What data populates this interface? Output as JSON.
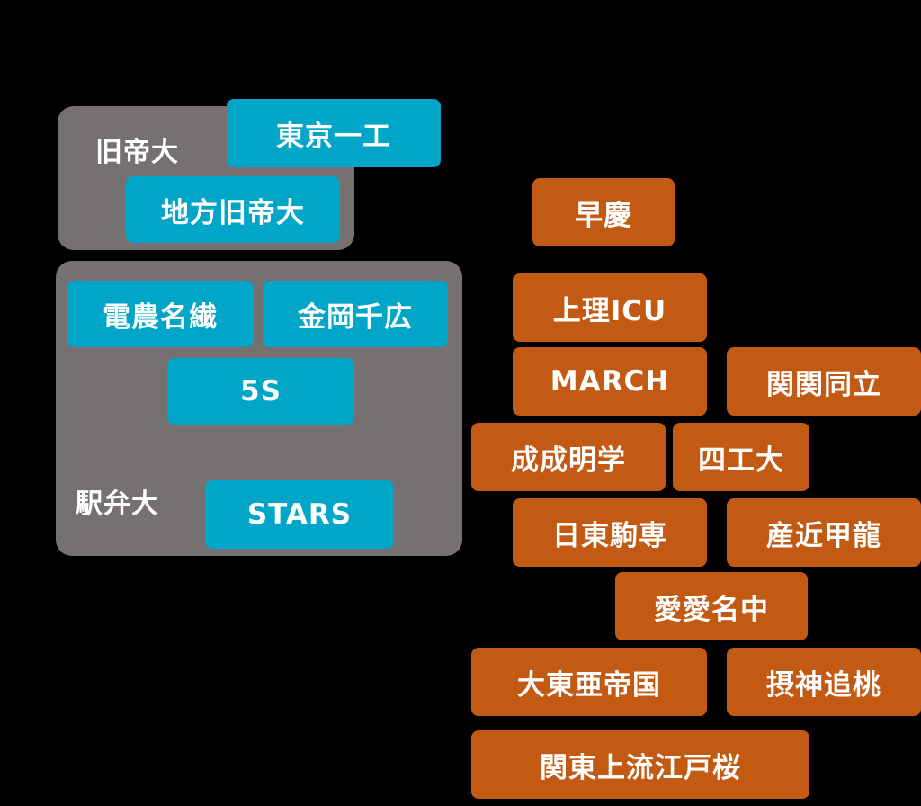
{
  "colors": {
    "background": "#000000",
    "panel": "#757170",
    "national_box": "#00a5c8",
    "private_box": "#c35a14",
    "text": "#ffffff"
  },
  "national": {
    "kyuteidai_label": "旧帝大",
    "tokyo_ichiko": "東京一工",
    "chiho_kyuteidai": "地方旧帝大",
    "dennou_meishoku": "電農名繊",
    "kinkou_senkou": "金岡千広",
    "five_s": "5S",
    "ekiben_label": "駅弁大",
    "stars": "STARS"
  },
  "private": {
    "sokei": "早慶",
    "jouri_icu": "上理ICU",
    "march": "MARCH",
    "kankan_douritsu": "関関同立",
    "seisei_meigaku": "成成明学",
    "shikoudai": "四工大",
    "nittou_komasen": "日東駒専",
    "sankin_kouryuu": "産近甲龍",
    "aiai_meichuu": "愛愛名中",
    "daitou_aateikoku": "大東亜帝国",
    "sesshin_tsuitou": "摂神追桃",
    "kantou_jouryuu": "関東上流江戸桜"
  }
}
